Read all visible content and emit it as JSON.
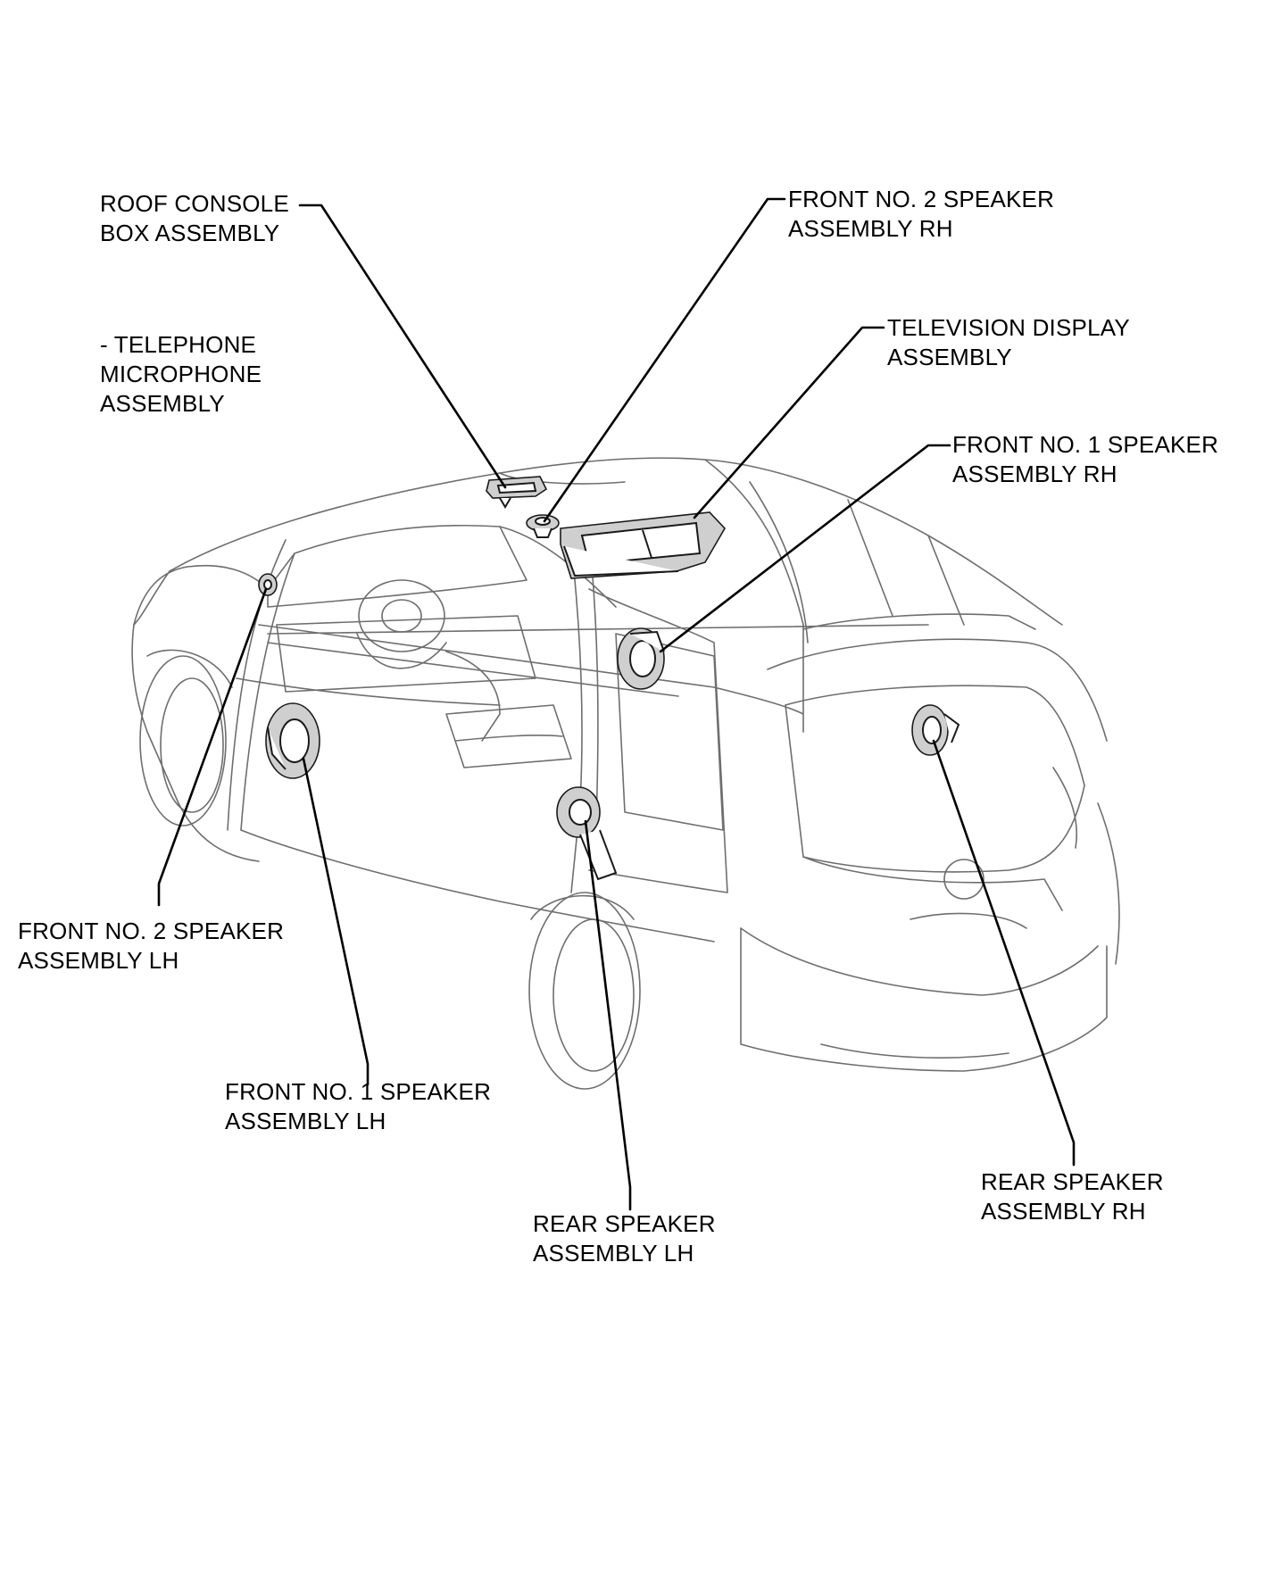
{
  "labels": {
    "roof_console": [
      "ROOF CONSOLE",
      "BOX ASSEMBLY"
    ],
    "telephone_mic": [
      "- TELEPHONE",
      "MICROPHONE",
      "ASSEMBLY"
    ],
    "front2_rh": [
      "FRONT NO. 2 SPEAKER",
      "ASSEMBLY RH"
    ],
    "tv_display": [
      "TELEVISION DISPLAY",
      "ASSEMBLY"
    ],
    "front1_rh": [
      "FRONT NO. 1 SPEAKER",
      "ASSEMBLY RH"
    ],
    "front2_lh": [
      "FRONT NO. 2 SPEAKER",
      "ASSEMBLY LH"
    ],
    "front1_lh": [
      "FRONT NO. 1 SPEAKER",
      "ASSEMBLY LH"
    ],
    "rear_lh": [
      "REAR SPEAKER",
      "ASSEMBLY LH"
    ],
    "rear_rh": [
      "REAR SPEAKER",
      "ASSEMBLY RH"
    ]
  }
}
